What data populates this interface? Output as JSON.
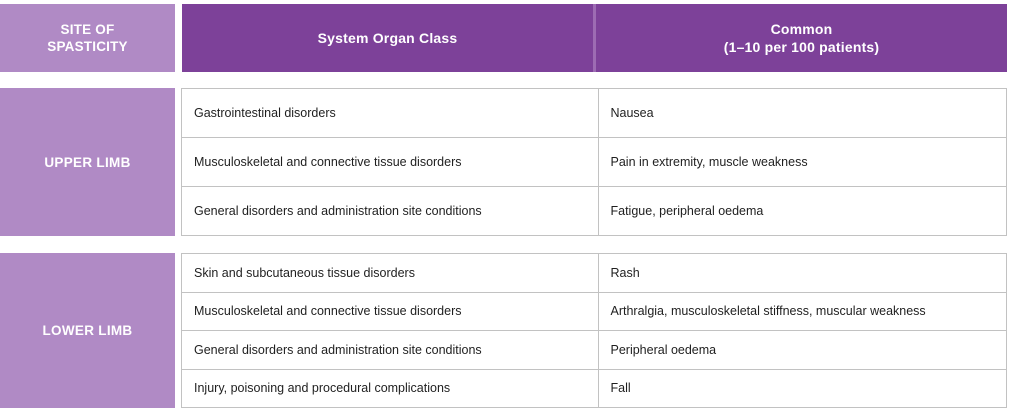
{
  "header": {
    "site_label_line1": "SITE OF",
    "site_label_line2": "SPASTICITY",
    "system_organ_class": "System Organ Class",
    "common_line1": "Common",
    "common_line2": "(1–10 per 100 patients)"
  },
  "colors": {
    "light_purple": "#b08ac5",
    "dark_purple": "#7d4199",
    "divider_purple": "#9d6cb3",
    "cell_border": "#c2c2c2",
    "header_text": "#ffffff",
    "cell_text": "#1f1f1f"
  },
  "sections": [
    {
      "site": "UPPER LIMB",
      "rows": [
        {
          "system_organ_class": "Gastrointestinal disorders",
          "common": "Nausea"
        },
        {
          "system_organ_class": "Musculoskeletal and connective tissue disorders",
          "common": "Pain in extremity, muscle weakness"
        },
        {
          "system_organ_class": "General disorders and administration site conditions",
          "common": "Fatigue, peripheral oedema"
        }
      ]
    },
    {
      "site": "LOWER LIMB",
      "rows": [
        {
          "system_organ_class": "Skin and subcutaneous tissue disorders",
          "common": "Rash"
        },
        {
          "system_organ_class": "Musculoskeletal and connective tissue disorders",
          "common": "Arthralgia, musculoskeletal stiffness, muscular weakness"
        },
        {
          "system_organ_class": "General disorders and administration site conditions",
          "common": "Peripheral oedema"
        },
        {
          "system_organ_class": "Injury, poisoning and procedural complications",
          "common": "Fall"
        }
      ]
    }
  ]
}
